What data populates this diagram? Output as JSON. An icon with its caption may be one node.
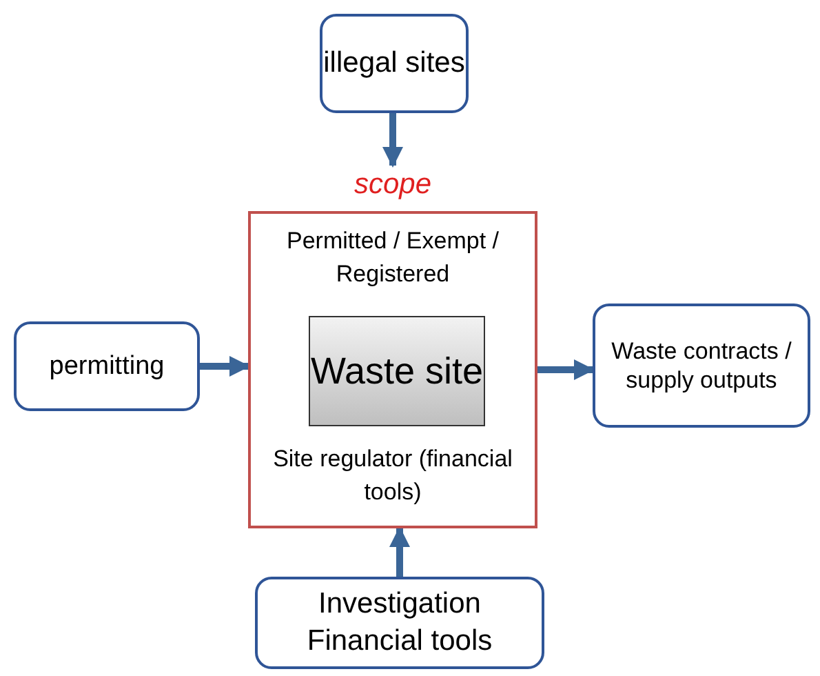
{
  "diagram": {
    "nodes": [
      {
        "text": [
          "illegal sites"
        ]
      },
      {
        "text": [
          "scope",
          "Permitted / Exempt / Registered",
          "Site regulator (financial tools)"
        ]
      },
      {
        "text": [
          "Waste site"
        ],
        "in": 1
      },
      {
        "text": [
          "permitting"
        ]
      },
      {
        "text": [
          "Waste contracts / supply outputs"
        ]
      },
      {
        "text": [
          "Investigation Financial tools"
        ]
      }
    ],
    "edges": [
      {
        "from": 0,
        "to": 1,
        "arrow": "to"
      },
      {
        "from": 3,
        "to": 1,
        "arrow": "to"
      },
      {
        "from": 1,
        "to": 4,
        "arrow": "to"
      },
      {
        "from": 5,
        "to": 1,
        "arrow": "to"
      }
    ]
  }
}
